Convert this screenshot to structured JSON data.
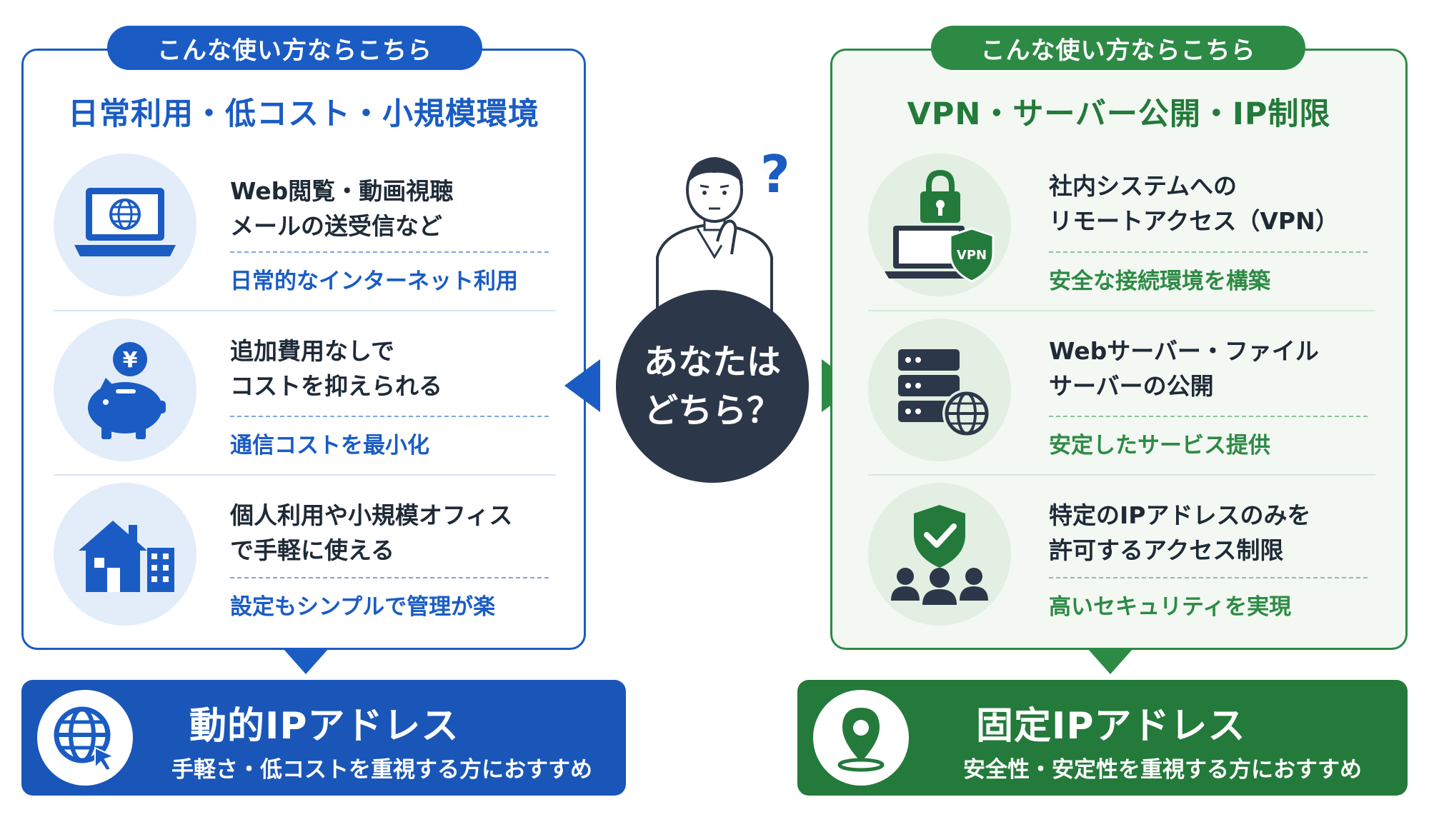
{
  "left": {
    "tag": "こんな使い方ならこちら",
    "heading": "日常利用・低コスト・小規模環境",
    "features": [
      {
        "icon": "laptop-globe-icon",
        "main": "Web閲覧・動画視聴\nメールの送受信など",
        "sub": "日常的なインターネット利用"
      },
      {
        "icon": "piggy-bank-yen-icon",
        "main": "追加費用なしで\nコストを抑えられる",
        "sub": "通信コストを最小化"
      },
      {
        "icon": "house-building-icon",
        "main": "個人利用や小規模オフィス\nで手軽に使える",
        "sub": "設定もシンプルで管理が楽"
      }
    ],
    "result": {
      "icon": "globe-icon",
      "title": "動的IPアドレス",
      "subtitle": "手軽さ・低コストを重視する方におすすめ"
    },
    "color": "#1a5cc4"
  },
  "right": {
    "tag": "こんな使い方ならこちら",
    "heading": "VPN・サーバー公開・IP制限",
    "features": [
      {
        "icon": "lock-laptop-vpn-shield-icon",
        "main": "社内システムへの\nリモートアクセス（VPN）",
        "sub": "安全な接続環境を構築",
        "badge": "VPN"
      },
      {
        "icon": "server-globe-icon",
        "main": "Webサーバー・ファイル\nサーバーの公開",
        "sub": "安定したサービス提供"
      },
      {
        "icon": "shield-check-people-icon",
        "main": "特定のIPアドレスのみを\n許可するアクセス制限",
        "sub": "高いセキュリティを実現"
      }
    ],
    "result": {
      "icon": "map-pin-icon",
      "title": "固定IPアドレス",
      "subtitle": "安全性・安定性を重視する方におすすめ"
    },
    "color": "#2d8a45"
  },
  "center": {
    "line1": "あなたは",
    "line2": "どちら？",
    "question_mark": "?",
    "person_icon": "thinking-person-icon",
    "yen_symbol": "¥"
  }
}
